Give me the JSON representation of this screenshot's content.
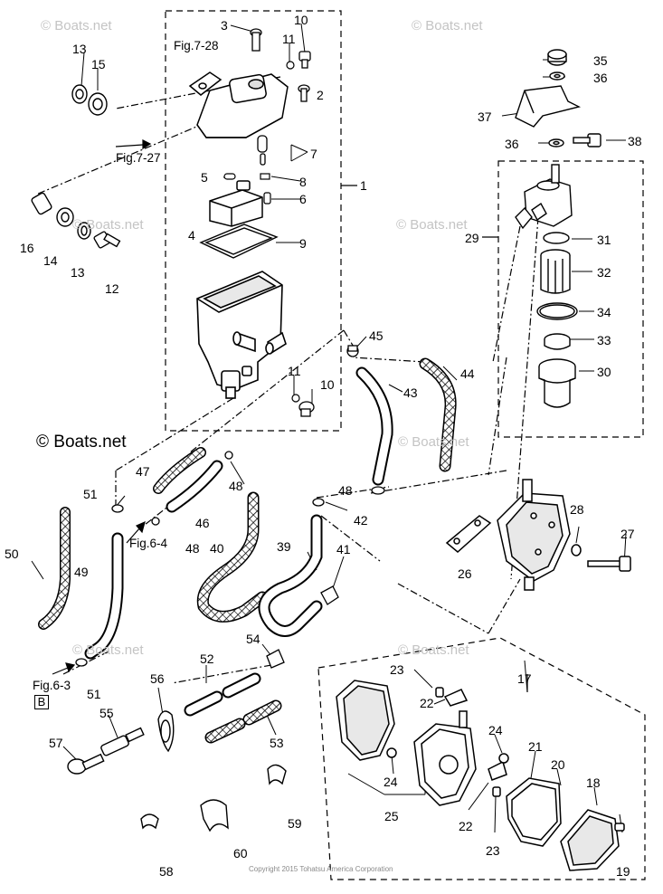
{
  "diagram": {
    "copyright": "Copyright 2015 Tohatsu America Corporation",
    "watermark_text": "© Boats.net",
    "watermark_main": "© Boats.net",
    "box_label": "B",
    "figure_refs": {
      "fig_7_28": "Fig.7-28",
      "fig_7_27": "Fig.7-27",
      "fig_6_4": "Fig.6-4",
      "fig_6_3": "Fig.6-3"
    },
    "part_numbers": [
      "1",
      "2",
      "3",
      "4",
      "5",
      "6",
      "7",
      "8",
      "9",
      "10",
      "11",
      "12",
      "13",
      "14",
      "15",
      "16",
      "17",
      "18",
      "19",
      "20",
      "21",
      "22",
      "23",
      "24",
      "25",
      "26",
      "27",
      "28",
      "29",
      "30",
      "31",
      "32",
      "33",
      "34",
      "35",
      "36",
      "37",
      "38",
      "39",
      "40",
      "41",
      "42",
      "43",
      "44",
      "45",
      "46",
      "47",
      "48",
      "49",
      "50",
      "51",
      "52",
      "53",
      "54",
      "55",
      "56",
      "57",
      "58",
      "59",
      "60"
    ]
  }
}
